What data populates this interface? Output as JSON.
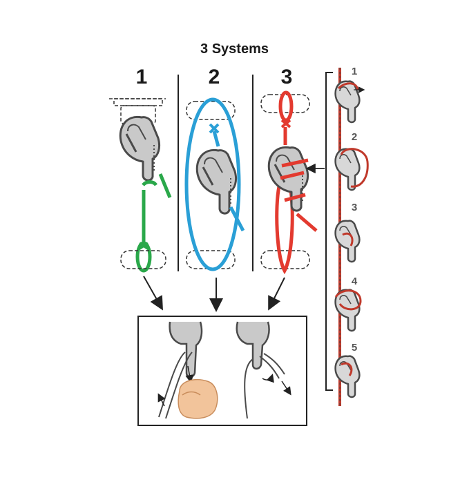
{
  "title": "3 Systems",
  "systems": [
    {
      "number": "1",
      "rope_color": "#2aa84a"
    },
    {
      "number": "2",
      "rope_color": "#2a9fd6"
    },
    {
      "number": "3",
      "rope_color": "#e33a2f"
    }
  ],
  "steps": [
    "1",
    "2",
    "3",
    "4",
    "5"
  ],
  "colors": {
    "hook": "#c9c9c9",
    "hook_outline": "#4a4a4a",
    "step_rope": "#c0392b",
    "line": "#222222",
    "hand": "#f2c49b"
  },
  "icons": [
    "carabiner-hook-icon",
    "hand-icon",
    "arrow-icon"
  ]
}
